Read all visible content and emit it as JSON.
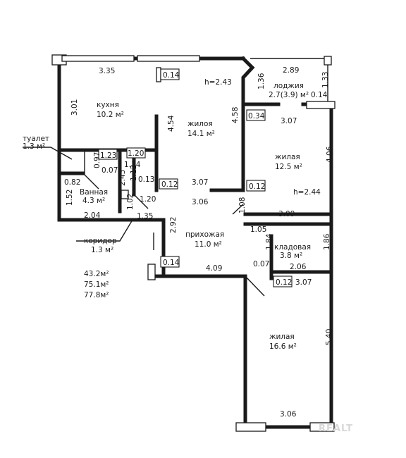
{
  "rooms": {
    "kitchen": {
      "name": "кухня",
      "area": "10.2 м²"
    },
    "living1": {
      "name": "жилоя",
      "area": "14.1 м²"
    },
    "living2": {
      "name": "жилая",
      "area": "12.5 м²"
    },
    "loggia": {
      "name": "лоджия",
      "area": "2.7(3.9) м²"
    },
    "toilet": {
      "name": "туалет",
      "area": "1.3 м²"
    },
    "bathroom": {
      "name": "Ванная",
      "area": "4.3 м²"
    },
    "corridor": {
      "name": "коридор",
      "area": "1.3 м²"
    },
    "hallway": {
      "name": "прихожая",
      "area": "11.0 м²"
    },
    "storage": {
      "name": "кладовая",
      "area": "3.8 м²"
    },
    "living3": {
      "name": "жилая",
      "area": "16.6 м²"
    }
  },
  "heights": {
    "h1": "h=2.43",
    "h2": "h=2.44"
  },
  "dimensions": {
    "d_335": "3.35",
    "d_014a": "0.14",
    "d_301": "3.01",
    "d_454": "4.54",
    "d_458": "4.58",
    "d_136": "1.36",
    "d_289": "2.89",
    "d_133": "1.33",
    "d_014b": "0.14",
    "d_034": "0.34",
    "d_307a": "3.07",
    "d_406": "4.06",
    "d_123": "1.23",
    "d_120a": "1.20",
    "d_097": "0.97",
    "d_114": "1.14",
    "d_007a": "0.07",
    "d_245": "2.45",
    "d_112": "1.12",
    "d_013": "0.13",
    "d_082": "0.82",
    "d_012a": "0.12",
    "d_307b": "3.07",
    "d_012b": "0.12",
    "d_152": "1.52",
    "d_102": "1.02",
    "d_120b": "1.20",
    "d_306a": "3.06",
    "d_204": "2.04",
    "d_135": "1.35",
    "d_108": "1.08",
    "d_309": "3.09",
    "d_292": "2.92",
    "d_105": "1.05",
    "d_184": "1.84",
    "d_186": "1.86",
    "d_014c": "0.14",
    "d_409": "4.09",
    "d_007b": "0.07",
    "d_206": "2.06",
    "d_012c": "0.12",
    "d_307c": "3.07",
    "d_540": "5.40",
    "d_306b": "3.06"
  },
  "totals": {
    "t1": "43.2м²",
    "t2": "75.1м²",
    "t3": "77.8м²"
  },
  "watermark": "REALT"
}
